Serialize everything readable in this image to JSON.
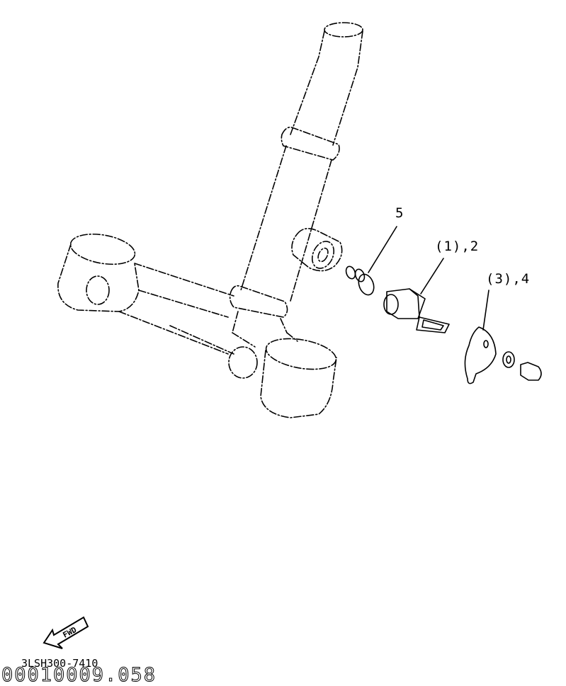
{
  "callouts": {
    "c5": "5",
    "c12": "(1),2",
    "c34": "(3),4"
  },
  "fwd_label": "FWD",
  "part_number": "3LSH300-7410",
  "image_code": "00010009.058",
  "colors": {
    "line": "#000000",
    "background": "#ffffff"
  }
}
